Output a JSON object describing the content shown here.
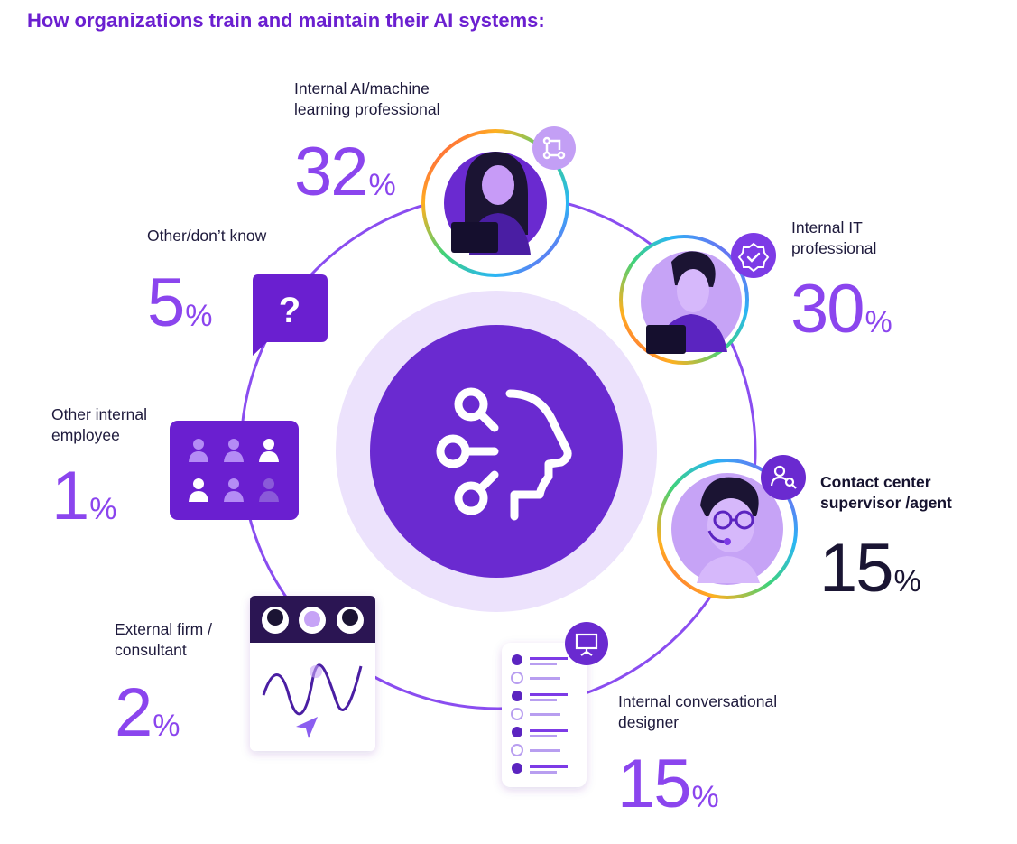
{
  "title": "How organizations train and maintain their AI systems:",
  "chart_data": {
    "type": "bar",
    "title": "How organizations train and maintain their AI systems:",
    "unit": "%",
    "categories": [
      "Internal AI/machine learning professional",
      "Internal IT professional",
      "Contact center supervisor /agent",
      "Internal conversational designer",
      "External firm / consultant",
      "Other internal employee",
      "Other/don’t know"
    ],
    "values": [
      32,
      30,
      15,
      15,
      2,
      1,
      5
    ],
    "highlighted": "Contact center supervisor /agent"
  },
  "labels": {
    "ml_line1": "Internal AI/machine",
    "ml_line2": "learning professional",
    "it_line1": "Internal IT",
    "it_line2": "professional",
    "cc_line1": "Contact center",
    "cc_line2": "supervisor /agent",
    "cd_line1": "Internal conversational",
    "cd_line2": "designer",
    "ext_line1": "External firm /",
    "ext_line2": "consultant",
    "oie_line1": "Other internal",
    "oie_line2": "employee",
    "other_line1": "Other/don’t know"
  },
  "numbers": {
    "ml": "32",
    "it": "30",
    "cc": "15",
    "cd": "15",
    "ext": "2",
    "oie": "1",
    "other": "5",
    "percent": "%"
  },
  "icons": {
    "center": "ai-brain-icon",
    "ml_badge": "workflow-icon",
    "it_badge": "verified-badge-icon",
    "cc_badge": "users-icon",
    "cd_badge": "presentation-icon",
    "other": "question-mark-icon",
    "oie": "people-grid-icon",
    "ext": "waveform-card-icon"
  },
  "colors": {
    "title": "#6b1fd0",
    "accent": "#8b45ee",
    "ring": "#8a4df0",
    "center_fill": "#6a2ad0",
    "center_halo": "#ece2fc",
    "card_fill": "#6a1fd0",
    "text_dark": "#1a1533"
  }
}
